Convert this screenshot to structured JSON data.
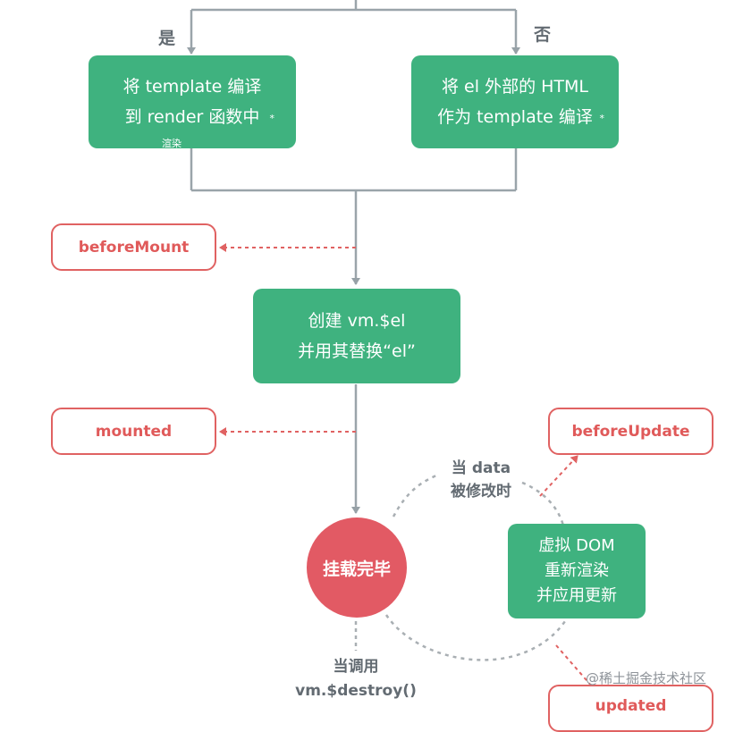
{
  "branch_labels": {
    "yes": "是",
    "no": "否"
  },
  "boxes": {
    "compile_template": {
      "line1": "将 template 编译",
      "line2": "到 render 函数中",
      "star": "*",
      "note": "渲染"
    },
    "compile_outer_html": {
      "line1": "将 el 外部的 HTML",
      "line2": "作为 template 编译",
      "star": "*"
    },
    "create_el": {
      "line1": "创建 vm.$el",
      "line2": "并用其替换“el”"
    },
    "mounted_state": {
      "label": "挂载完毕"
    },
    "vdom_rerender": {
      "line1": "虚拟 DOM",
      "line2": "重新渲染",
      "line3": "并应用更新"
    }
  },
  "hooks": {
    "before_mount": "beforeMount",
    "mounted": "mounted",
    "before_update": "beforeUpdate",
    "updated": "updated"
  },
  "annotations": {
    "data_change_line1": "当 data",
    "data_change_line2": "被修改时",
    "destroy_line1": "当调用",
    "destroy_line2": "vm.$destroy()"
  },
  "watermark": "@稀土掘金技术社区",
  "colors": {
    "green": "#3fb27f",
    "red": "#e06262",
    "connector": "#9aa4aa",
    "cycle": "#a9afb3"
  }
}
